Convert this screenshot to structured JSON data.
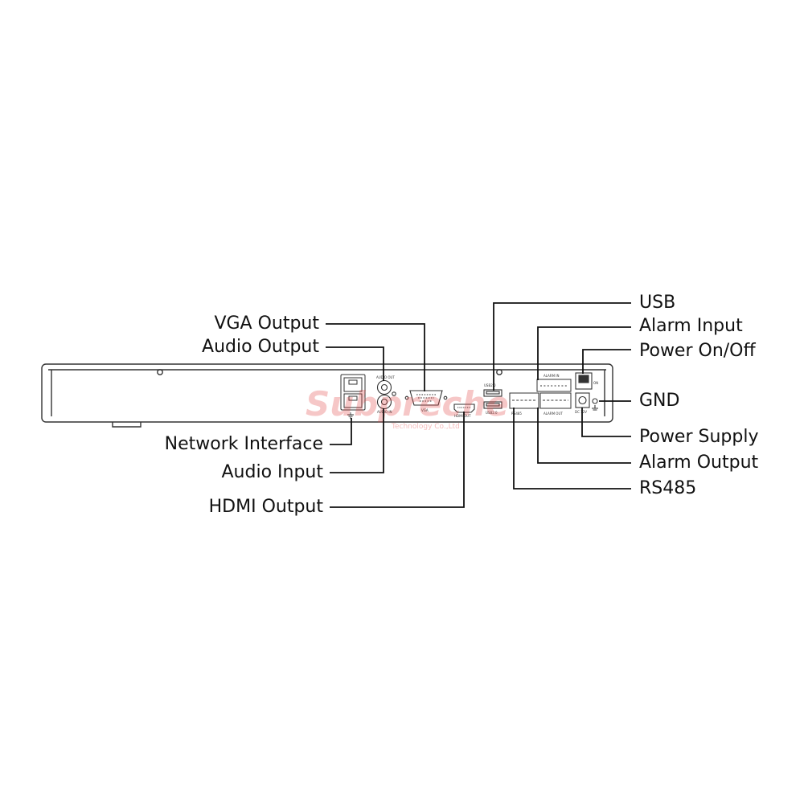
{
  "callouts": {
    "vga_output": "VGA Output",
    "audio_output": "Audio Output",
    "network_interface": "Network Interface",
    "audio_input": "Audio Input",
    "hdmi_output": "HDMI Output",
    "usb": "USB",
    "alarm_input": "Alarm Input",
    "power_on_off": "Power On/Off",
    "gnd": "GND",
    "power_supply": "Power Supply",
    "alarm_output": "Alarm Output",
    "rs485": "RS485"
  },
  "watermark": {
    "brand": "Subpreche",
    "tagline": "Technology Co.,Ltd"
  },
  "panel_labels": {
    "audio_out": "AUDIO OUT",
    "audio_in": "AUDIO IN",
    "vga": "VGA",
    "hdmi": "HDMI OUT",
    "usb_top": "USB2.0",
    "usb_bottom": "USB2.0",
    "alarm_in": "ALARM IN",
    "alarm_out": "ALARM OUT",
    "rs485": "RS485",
    "power": "DC 12V",
    "switch": "ON"
  },
  "colors": {
    "line": "#111111",
    "panel_stroke": "#333333",
    "watermark": "#e23b3b"
  }
}
